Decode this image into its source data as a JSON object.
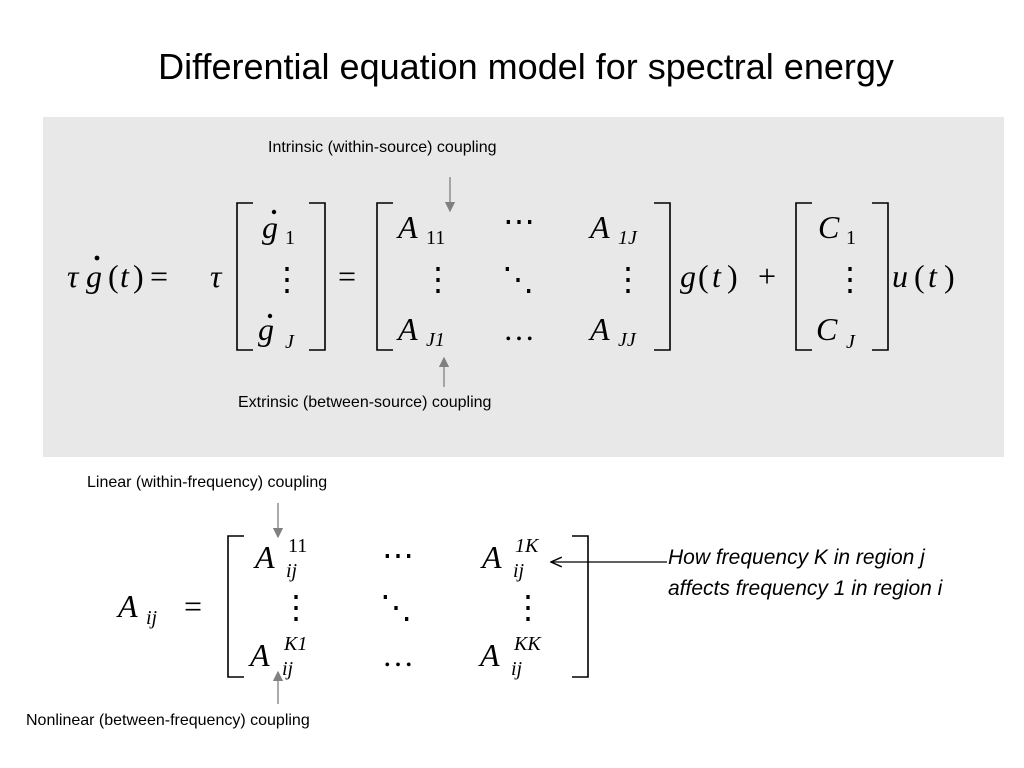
{
  "slide": {
    "title": "Differential equation model for spectral energy",
    "labels": {
      "intrinsic": "Intrinsic (within-source) coupling",
      "extrinsic": "Extrinsic (between-source) coupling",
      "linear": "Linear (within-frequency) coupling",
      "nonlinear": "Nonlinear (between-frequency) coupling"
    },
    "note": "How frequency K in region j affects frequency 1 in region i"
  },
  "colors": {
    "panel": "#e8e8e8",
    "arrow": "#808080"
  }
}
